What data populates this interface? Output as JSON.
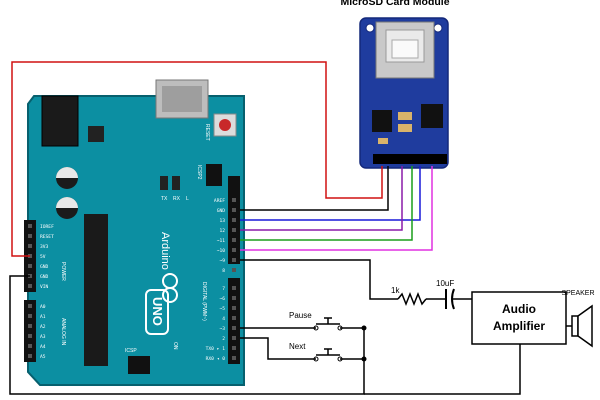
{
  "sd_module": {
    "title": "MicroSD Card Module"
  },
  "arduino": {
    "brand": "Arduino",
    "model": "UNO",
    "reset_label": "RESET",
    "icsp2_label": "ICSP2",
    "icsp_label": "ICSP",
    "digital_label": "DIGITAL (PWM~)",
    "power_label": "POWER",
    "analog_label": "ANALOG IN",
    "on_label": "ON",
    "led_labels": [
      "TX",
      "RX",
      "L"
    ],
    "power_pins": [
      "IOREF",
      "RESET",
      "3V3",
      "5V",
      "GND",
      "GND",
      "VIN"
    ],
    "analog_pins": [
      "A0",
      "A1",
      "A2",
      "A3",
      "A4",
      "A5"
    ],
    "digital_pins_top": [
      "AREF",
      "GND",
      "13",
      "12",
      "~11",
      "~10",
      "~9",
      "8"
    ],
    "digital_pins_bottom": [
      "7",
      "~6",
      "~5",
      "4",
      "~3",
      "2",
      "TX0 ▸ 1",
      "RX0 ◂ 0"
    ]
  },
  "circuit": {
    "resistor_label": "1k",
    "capacitor_label": "10uF",
    "pause_label": "Pause",
    "next_label": "Next",
    "amplifier_line1": "Audio",
    "amplifier_line2": "Amplifier",
    "speaker_label": "SPEAKER"
  },
  "colors": {
    "board": "#0c8fa2",
    "board_edge": "#07606e",
    "sd_board": "#1f3c9e",
    "wire_red": "#d01010",
    "wire_blue": "#1818d8",
    "wire_purple": "#8a1aa8",
    "wire_green": "#1a9e1a",
    "wire_magenta": "#e030e0",
    "wire_black": "#000000"
  }
}
